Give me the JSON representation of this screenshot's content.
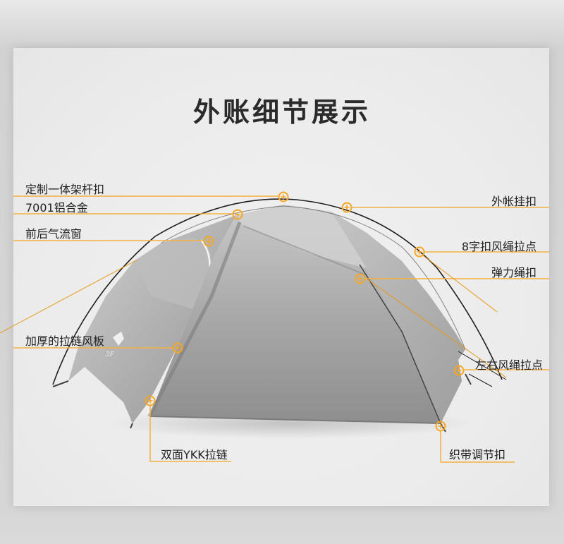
{
  "title": "外账细节展示",
  "colors": {
    "accent": "#f5a623",
    "title_text": "#2b2b2b",
    "label_text": "#222222",
    "tent_fabric": "#9a9a9a",
    "background": "#ececec"
  },
  "brand_logo_text": "3F",
  "callouts": {
    "left": [
      {
        "label": "定制一体架杆扣"
      },
      {
        "label": "7001铝合金"
      },
      {
        "label": "前后气流窗"
      },
      {
        "label": "加厚的拉链风板"
      }
    ],
    "right": [
      {
        "label": "外帐挂扣"
      },
      {
        "label": "8字扣风绳拉点"
      },
      {
        "label": "弹力绳扣"
      },
      {
        "label": "左右风绳拉点"
      }
    ],
    "bottom": [
      {
        "label": "双面YKK拉链"
      },
      {
        "label": "织带调节扣"
      }
    ]
  },
  "marker_icon": "plus-circle-icon"
}
